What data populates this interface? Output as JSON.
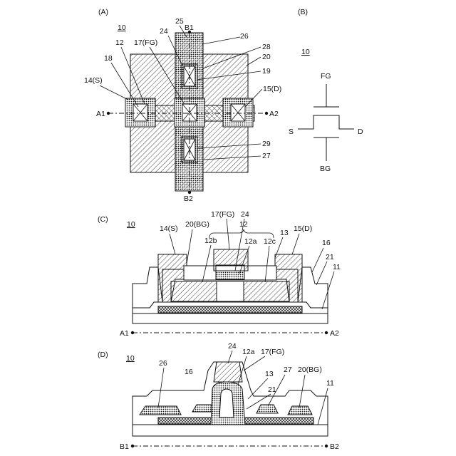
{
  "panel_a": {
    "title": "(A)",
    "ref": "10",
    "labels": {
      "b1": "B1",
      "b2": "B2",
      "a1": "A1",
      "a2": "A2",
      "l25": "25",
      "l24": "24",
      "l26": "26",
      "l28": "28",
      "l20": "20",
      "l19": "19",
      "l12": "12",
      "l17": "17(FG)",
      "l18": "18",
      "l14": "14(S)",
      "l15": "15(D)",
      "l29": "29",
      "l27": "27"
    }
  },
  "panel_b": {
    "title": "(B)",
    "ref": "10",
    "labels": {
      "fg": "FG",
      "bg": "BG",
      "s": "S",
      "d": "D"
    }
  },
  "panel_c": {
    "title": "(C)",
    "ref": "10",
    "labels": {
      "l17": "17(FG)",
      "l24": "24",
      "l14": "14(S)",
      "l20": "20(BG)",
      "l12": "12",
      "l13": "13",
      "l15": "15(D)",
      "l12b": "12b",
      "l12a": "12a",
      "l12c": "12c",
      "l16": "16",
      "l21": "21",
      "l11": "11",
      "a1": "A1",
      "a2": "A2"
    }
  },
  "panel_d": {
    "title": "(D)",
    "ref": "10",
    "labels": {
      "l24": "24",
      "l12a": "12a",
      "l17": "17(FG)",
      "l26": "26",
      "l16": "16",
      "l13": "13",
      "l21": "21",
      "l27": "27",
      "l20": "20(BG)",
      "l11": "11",
      "b1": "B1",
      "b2": "B2"
    }
  }
}
